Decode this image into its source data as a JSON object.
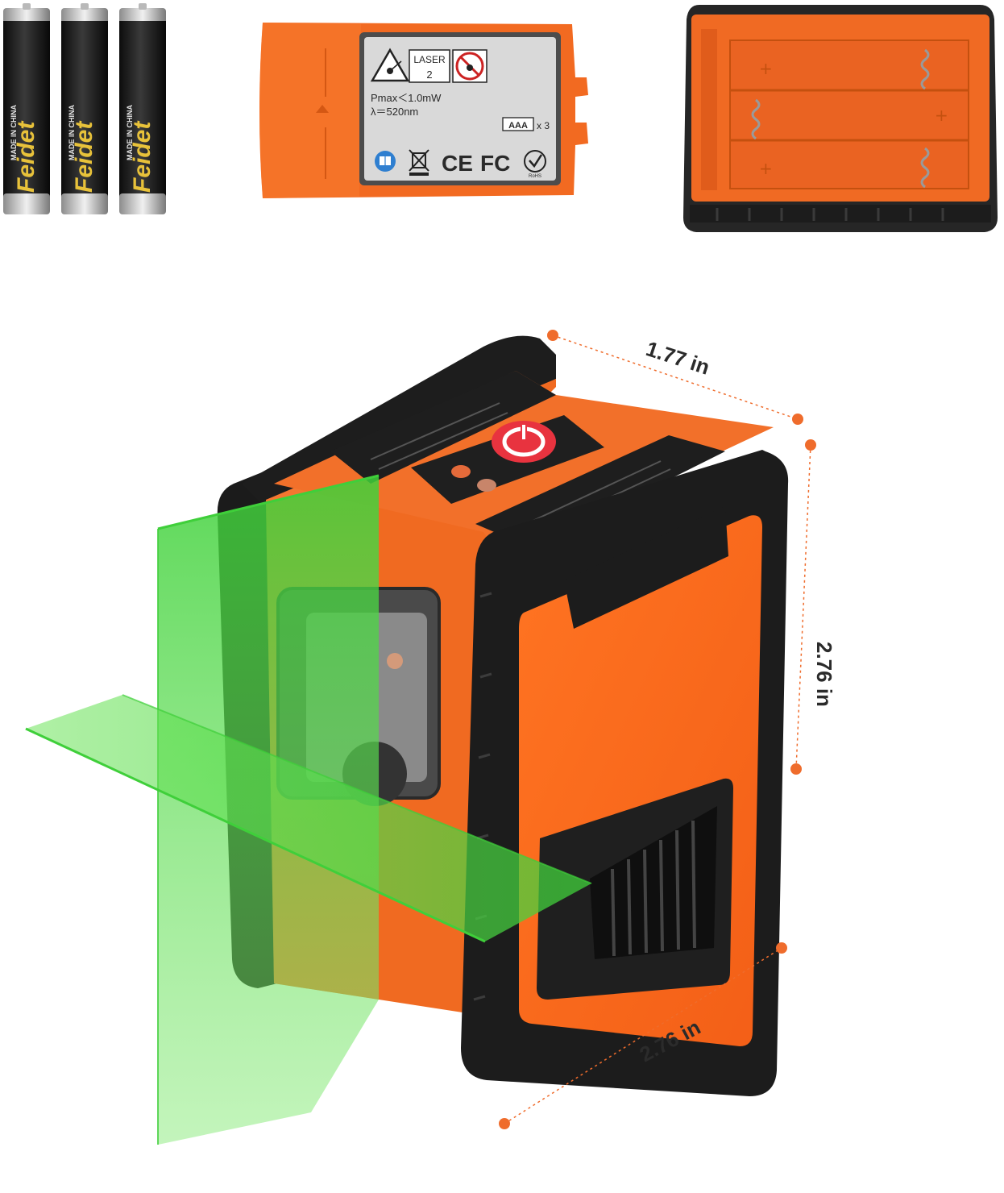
{
  "colors": {
    "device_orange": "#f46a1f",
    "device_dark_orange": "#d9581a",
    "bumper_black": "#1e1e1e",
    "laser_green": "#5ce04a",
    "dimension_orange": "#ef6c2c",
    "power_red": "#e8333f"
  },
  "batteries": {
    "count": 3,
    "brand_text": "Feidet",
    "made_in_text": "MADE IN CHINA"
  },
  "battery_cover": {
    "laser_label": "LASER",
    "laser_class": "2",
    "pmax": "Pmax＜1.0mW",
    "wavelength": "λ＝520nm",
    "battery_type": "AAA",
    "battery_count": "x 3",
    "ce_mark": "CE",
    "fc_mark": "FC",
    "rohs_mark": "RoHS"
  },
  "battery_compartment": {
    "slots": 3
  },
  "dimensions": {
    "depth": "1.77 in",
    "height": "2.76 in",
    "width": "2.76 in"
  },
  "icons": [
    "laser-warning-icon",
    "no-eye-exposure-icon",
    "manual-icon",
    "weee-bin-icon",
    "rohs-check-icon",
    "power-button-icon"
  ]
}
